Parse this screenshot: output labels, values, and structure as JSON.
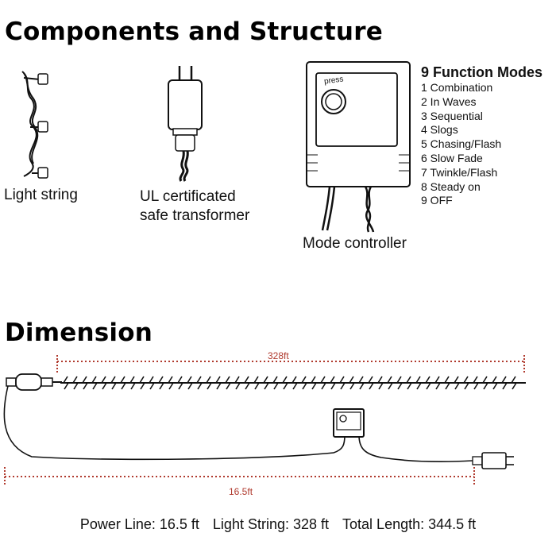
{
  "section_components": {
    "title": "Components and Structure"
  },
  "components": {
    "light_string_label": "Light string",
    "transformer_label_line1": "UL certificated",
    "transformer_label_line2": "safe transformer",
    "controller_label": "Mode controller",
    "controller_button_label": "press"
  },
  "modes": {
    "title": "9 Function Modes",
    "items": [
      "1 Combination",
      "2 In Waves",
      "3 Sequential",
      "4 Slogs",
      "5 Chasing/Flash",
      "6 Slow Fade",
      "7 Twinkle/Flash",
      "8 Steady on",
      "9 OFF"
    ]
  },
  "section_dimension": {
    "title": "Dimension"
  },
  "dimension": {
    "string_length_label": "328ft",
    "power_length_label": "16.5ft",
    "accent_color": "#b03a2e"
  },
  "summary": {
    "power_line": "Power Line: 16.5 ft",
    "light_string": "Light String: 328 ft",
    "total_length": "Total Length: 344.5 ft"
  }
}
